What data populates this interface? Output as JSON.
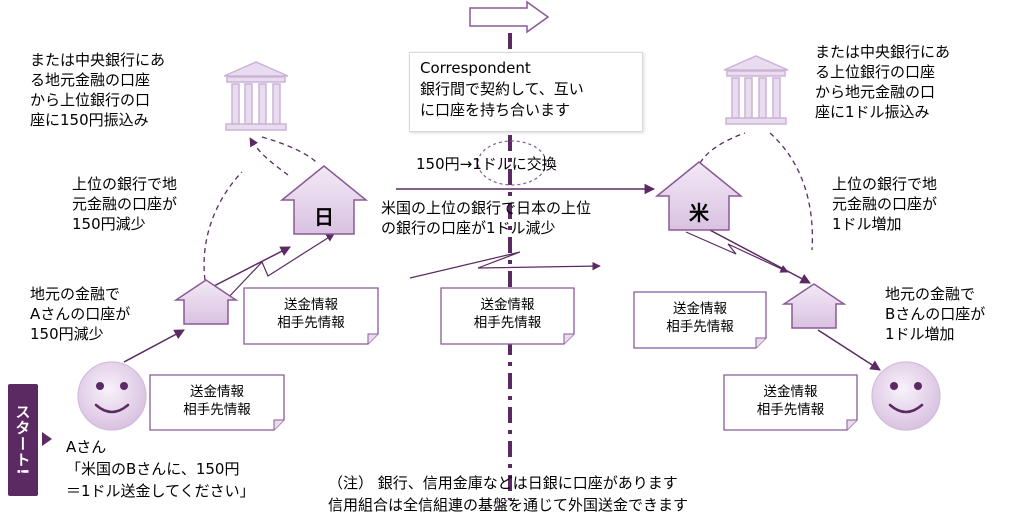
{
  "start_label": "スタート!",
  "japan_bank_label": "日",
  "us_bank_label": "米",
  "left_central_text": [
    "または中央銀行にあ",
    "る地元金融の口座",
    "から上位銀行の口",
    "座に150円振込み"
  ],
  "right_central_text": [
    "または中央銀行にあ",
    "る上位銀行の口座",
    "から地元金融の口",
    "座に1ドル振込み"
  ],
  "left_upper_text": [
    "上位の銀行で地",
    "元金融の口座が",
    "150円減少"
  ],
  "right_upper_text": [
    "上位の銀行で地",
    "元金融の口座が",
    "1ドル増加"
  ],
  "left_local_text": [
    "地元の金融で",
    "Aさんの口座が",
    "150円減少"
  ],
  "right_local_text": [
    "地元の金融で",
    "Bさんの口座が",
    "1ドル増加"
  ],
  "correspondent_text": [
    "Correspondent",
    "銀行間で契約して、互い",
    "に口座を持ち合います"
  ],
  "exchange_text": "150円→1ドルに交換",
  "us_bank_text": [
    "米国の上位の銀行で日本の上位",
    "の銀行の口座が1ドル減少"
  ],
  "message_note": [
    "送金情報",
    "相手先情報"
  ],
  "person_a_text": [
    "Aさん",
    "「米国のBさんに、150円",
    "＝1ドル送金してください」"
  ],
  "footnote_text": [
    "（注） 銀行、信用金庫などは日銀に口座があります",
    "信用組合は全信組連の基盤を通じて外国送金できます"
  ],
  "colors": {
    "accent": "#5b2a63",
    "shape_fill": "#e6d4ec",
    "shape_stroke": "#8a5a96",
    "note_border": "#8a5a96"
  }
}
